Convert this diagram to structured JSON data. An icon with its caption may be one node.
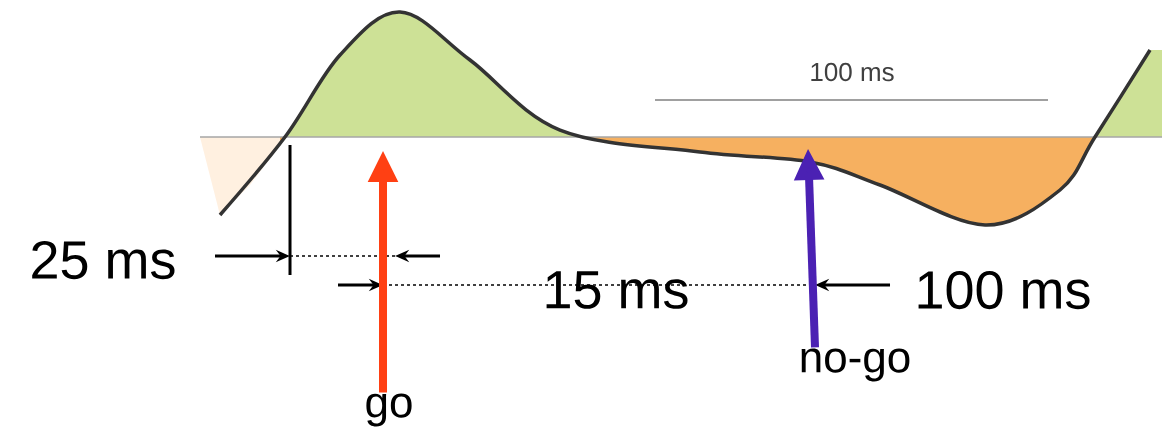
{
  "diagram": {
    "nodes": [
      {
        "text": [
          "go"
        ]
      },
      {
        "text": [
          "no-go"
        ]
      }
    ],
    "edges": [
      {
        "from": 0,
        "to": null,
        "arrow": "to",
        "color": "#ff4013"
      },
      {
        "from": 1,
        "to": null,
        "arrow": "to",
        "color": "#4b21b3"
      }
    ],
    "labels": [
      "100 ms",
      "25 ms",
      "15 ms",
      "100 ms"
    ]
  }
}
